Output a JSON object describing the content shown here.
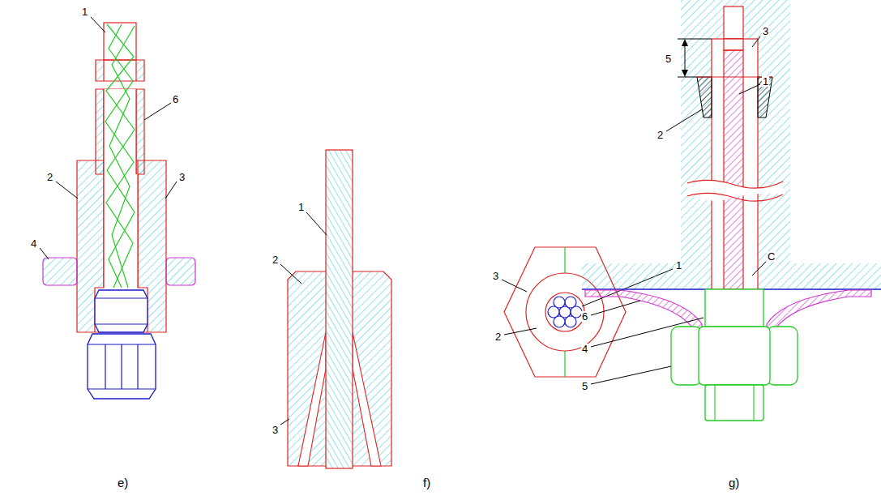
{
  "diagram": {
    "labels": [
      "1",
      "6",
      "2",
      "3",
      "4",
      "e)",
      "1",
      "2",
      "3",
      "3",
      "1",
      "2",
      "f)",
      "3",
      "5",
      "1",
      "2",
      "C",
      "6",
      "4",
      "5",
      "g)"
    ]
  }
}
